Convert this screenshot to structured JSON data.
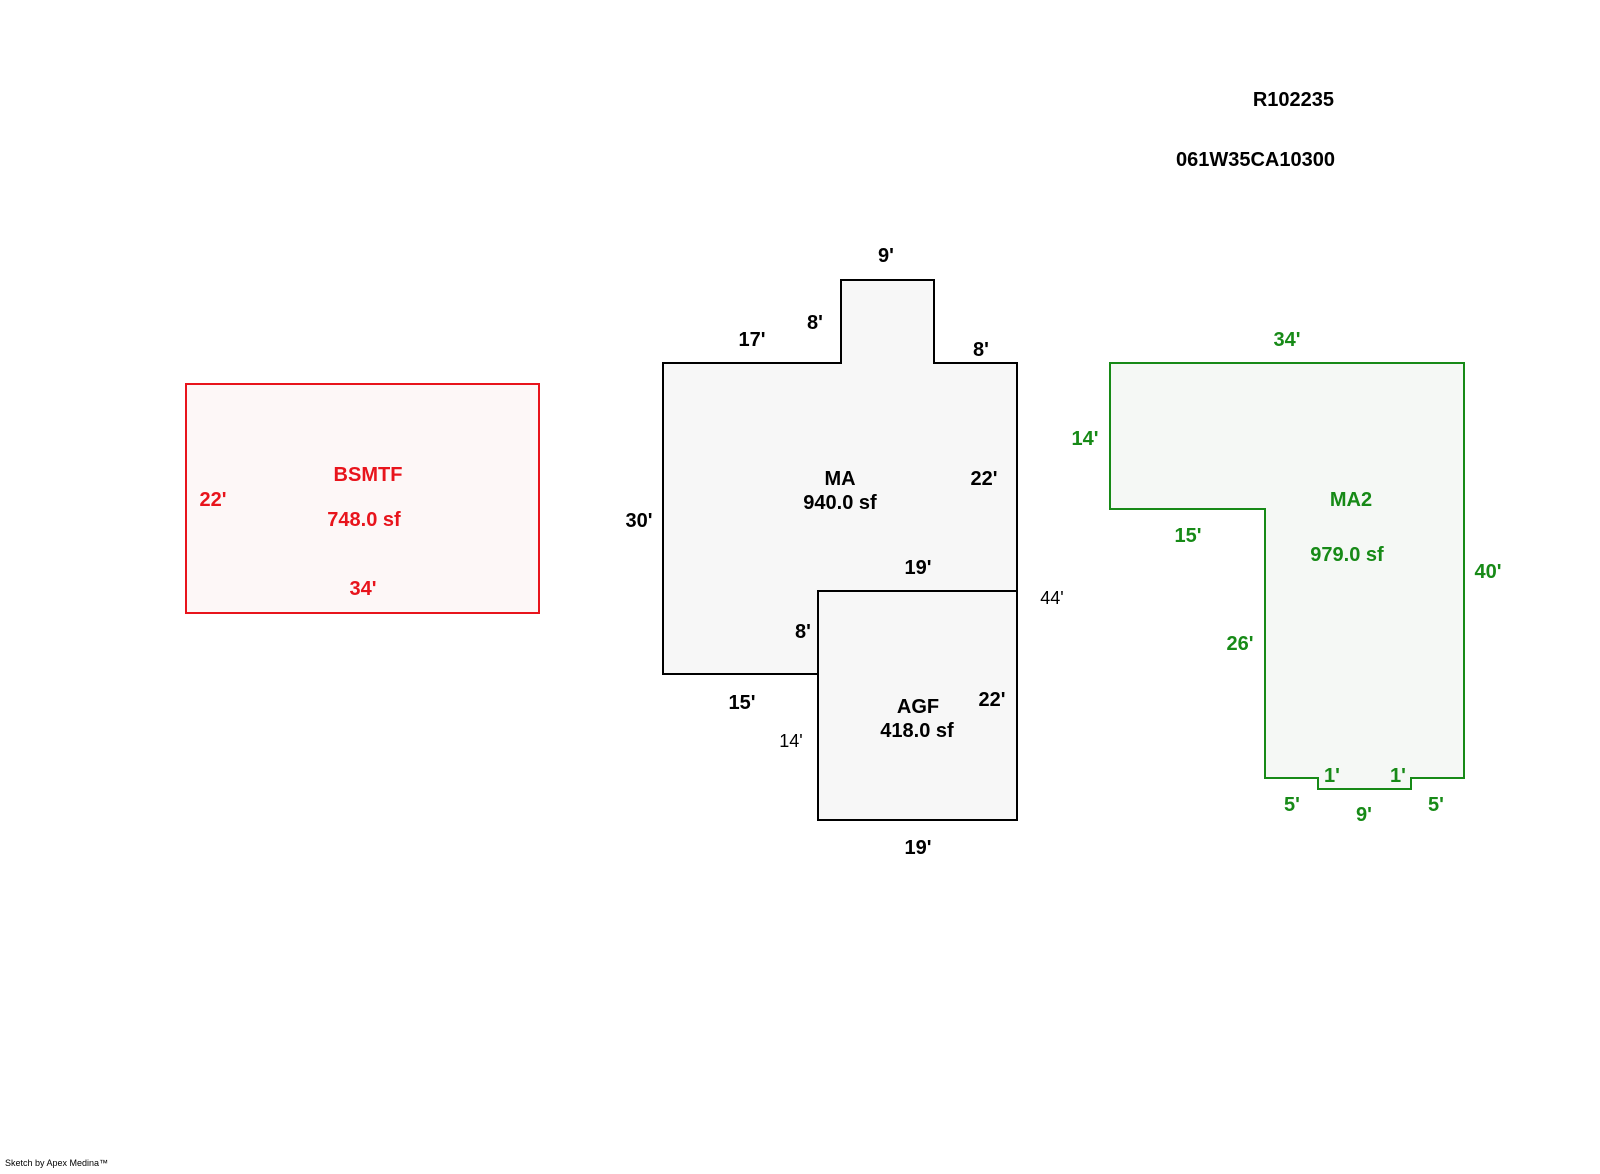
{
  "header": {
    "account": "R102235",
    "map_tax_lot": "061W35CA10300"
  },
  "credit": "Sketch by Apex Medina™",
  "colors": {
    "basement": "#e8141c",
    "main": "#000000",
    "ma2": "#178a17",
    "fill_basement": "#fdf7f7",
    "fill_main": "#f7f7f7",
    "fill_ma2": "#f5f8f5"
  },
  "areas": {
    "bsmtf": {
      "code": "BSMTF",
      "area": "748.0 sf",
      "dims": {
        "left": "22'",
        "bottom": "34'"
      }
    },
    "ma": {
      "code": "MA",
      "area": "940.0 sf",
      "dims": {
        "bump_top": "9'",
        "top_left": "17'",
        "bump_left": "8'",
        "bump_right": "8'",
        "right": "22'",
        "left": "30'",
        "mid": "19'",
        "notch": "8'",
        "bottom_left": "15'",
        "overall_right": "44'",
        "overall_left": "14'"
      }
    },
    "agf": {
      "code": "AGF",
      "area": "418.0 sf",
      "dims": {
        "right": "22'",
        "bottom": "19'"
      }
    },
    "ma2": {
      "code": "MA2",
      "area": "979.0 sf",
      "dims": {
        "top": "34'",
        "left_top": "14'",
        "inner": "15'",
        "inner_side": "26'",
        "right": "40'",
        "bottom_left": "5'",
        "bottom_mid": "9'",
        "bottom_right": "5'",
        "step_left": "1'",
        "step_right": "1'"
      }
    }
  }
}
